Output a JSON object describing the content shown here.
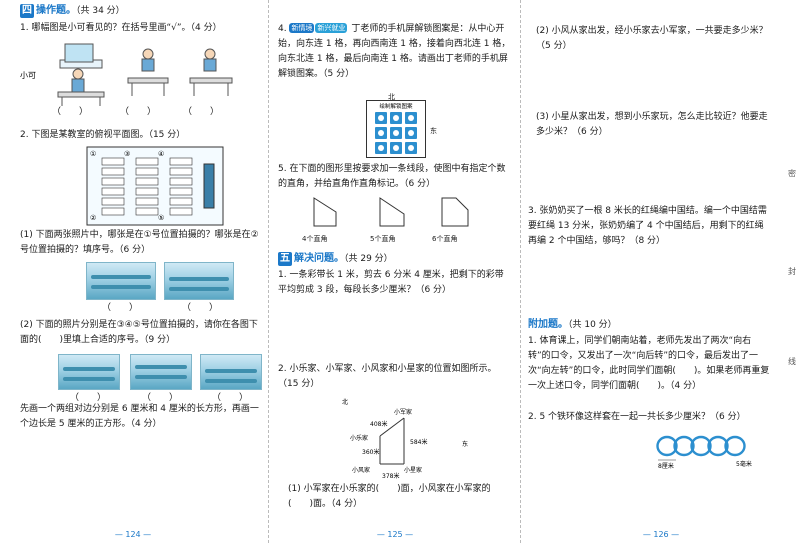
{
  "p1": {
    "sec4": {
      "num": "四",
      "title": "操作题。",
      "pts": "（共 34 分）"
    },
    "q1": "1. 哪幅图是小可看见的？在括号里画“√”。（4 分）",
    "q1_label": "小可",
    "q2": "2. 下图是某教室的俯视平面图。（15 分）",
    "q2_1": "(1) 下面两张照片中，哪张是在①号位置拍摄的？哪张是在②号位置拍摄的？填序号。（6 分）",
    "q2_2": "(2) 下面的照片分别是在③④⑤号位置拍摄的，请你在各图下面的(　　)里填上合适的序号。（9 分）",
    "q3": "先画一个两组对边分别是 6 厘米和 4 厘米的长方形，再画一个边长是 5 厘米的正方形。（4 分）",
    "paren": "（　　）",
    "seat_nums": [
      "①",
      "②",
      "③",
      "④",
      "⑤"
    ],
    "page_no": "— 124 —"
  },
  "p2": {
    "q4_badges": [
      "新情境",
      "新兴就业"
    ],
    "q4": "丁老师的手机屏解锁图案是：从中心开始，向东连 1 格，再向西南连 1 格，接着向西北连 1 格，向东北连 1 格，最后向南连 1 格。请画出丁老师的手机屏解锁图案。（5 分）",
    "q4_num": "4.",
    "north": "北",
    "east": "东",
    "lock_title": "绘制解锁图案",
    "q5": "5. 在下面的图形里按要求加一条线段，使图中有指定个数的直角，并给直角作直角标记。（6 分）",
    "shape_labels": [
      "4个直角",
      "5个直角",
      "6个直角"
    ],
    "sec5": {
      "num": "五",
      "title": "解决问题。",
      "pts": "（共 29 分）"
    },
    "s1": "1. 一条彩带长 1 米，剪去 6 分米 4 厘米，把剩下的彩带平均剪成 3 段，每段长多少厘米？（6 分）",
    "s2": "2. 小乐家、小军家、小风家和小星家的位置如图所示。（15 分）",
    "map": {
      "xiaojun": "小军家",
      "xiaole": "小乐家",
      "xiaofeng": "小风家",
      "xiaoxing": "小星家",
      "d408": "408米",
      "d360": "360米",
      "d584": "584米",
      "d378": "378米",
      "north": "北",
      "east": "东"
    },
    "s2_1": "(1) 小军家在小乐家的(　　)面，小风家在小军家的(　　)面。（4 分）",
    "page_no": "— 125 —"
  },
  "p3": {
    "s2_2": "(2) 小风从家出发，经小乐家去小军家，一共要走多少米？（5 分）",
    "s2_3": "(3) 小星从家出发，想到小乐家玩，怎么走比较近？他要走多少米？（6 分）",
    "s3": "3. 张奶奶买了一根 8 米长的红绳编中国结。编一个中国结需要红绳 13 分米，张奶奶编了 4 个中国结后，用剩下的红绳再编 2 个中国结，够吗？（8 分）",
    "sec_add": {
      "title": "附加题。",
      "pts": "（共 10 分）"
    },
    "a1": "1. 体育课上，同学们朝南站着，老师先发出了两次“向右转”的口令，又发出了一次“向后转”的口令，最后发出了一次“向左转”的口令，此时同学们面朝(　　)。如果老师再重复一次上述口令，同学们面朝(　　)。（4 分）",
    "a2": "2. 5 个铁环像这样套在一起一共长多少厘米？（6 分）",
    "ring_w": "8厘米",
    "ring_gap": "5毫米",
    "side": [
      "密",
      "封",
      "线"
    ],
    "page_no": "— 126 —"
  }
}
